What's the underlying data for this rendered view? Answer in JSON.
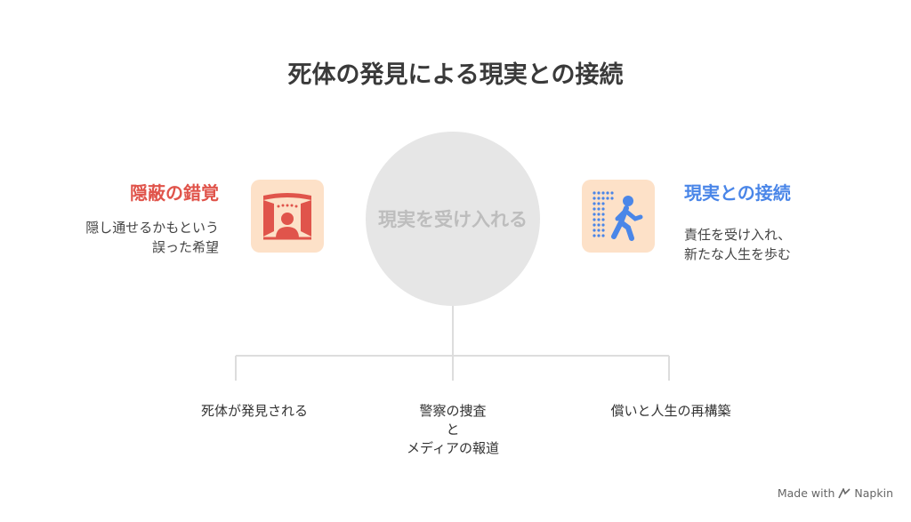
{
  "title": "死体の発見による現実との接続",
  "center": {
    "label": "現実を受け入れる",
    "color": "#e6e6e6"
  },
  "left": {
    "title": "隠蔽の錯覚",
    "description": "隠し通せるかもという\n誤った希望",
    "title_color": "#e0544b",
    "icon": "theater-stage-icon"
  },
  "right": {
    "title": "現実との接続",
    "description": "責任を受け入れ、\n新たな人生を歩む",
    "title_color": "#4a86e8",
    "icon": "walking-person-icon"
  },
  "branches": [
    {
      "label": "死体が発見される"
    },
    {
      "label": "警察の捜査\nと\nメディアの報道"
    },
    {
      "label": "償いと人生の再構築"
    }
  ],
  "watermark": {
    "made_with": "Made with",
    "brand": "Napkin"
  },
  "colors": {
    "icon_bg": "#fde1c8",
    "line": "#dddddd"
  }
}
